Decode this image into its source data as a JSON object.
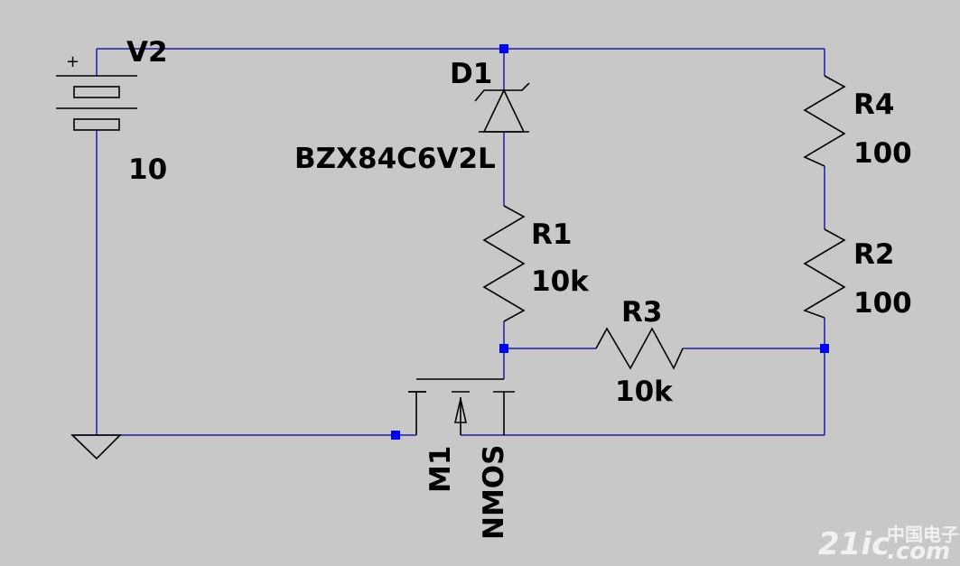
{
  "components": {
    "v2": {
      "name": "V2",
      "value": "10",
      "polarity": "+"
    },
    "d1": {
      "name": "D1",
      "value": "BZX84C6V2L"
    },
    "r1": {
      "name": "R1",
      "value": "10k"
    },
    "r2": {
      "name": "R2",
      "value": "100"
    },
    "r3": {
      "name": "R3",
      "value": "10k"
    },
    "r4": {
      "name": "R4",
      "value": "100"
    },
    "m1": {
      "name": "M1",
      "value": "NMOS"
    }
  },
  "watermark": {
    "brand_number": "21ic",
    "brand_cn": "中国电子网",
    "brand_domain": ".com"
  },
  "colors": {
    "background": "#c8c8c8",
    "wire": "#1c1ca8",
    "junction": "#0000ff",
    "component": "#000000",
    "text": "#000000"
  }
}
